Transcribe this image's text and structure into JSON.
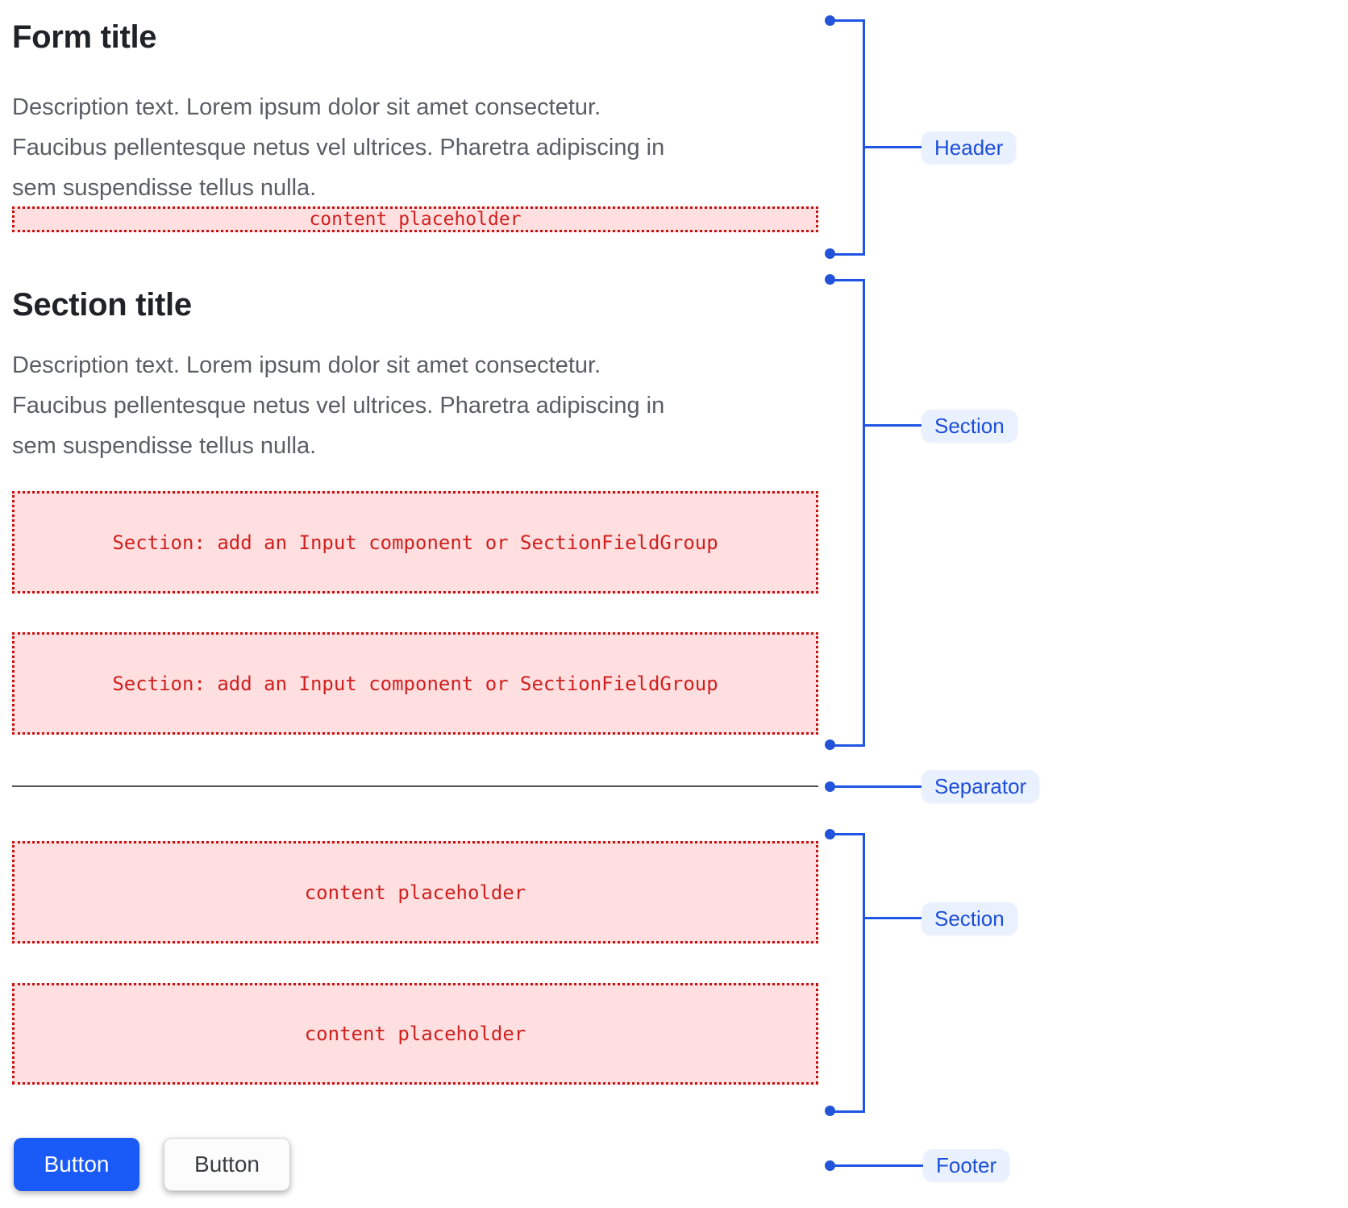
{
  "form": {
    "title": "Form title",
    "description": "Description text. Lorem ipsum dolor sit amet consectetur.\nFaucibus pellentesque netus vel ultrices. Pharetra adipiscing in\nsem suspendisse tellus nulla.",
    "header_placeholder": "content placeholder"
  },
  "section": {
    "title": "Section title",
    "description": "Description text. Lorem ipsum dolor sit amet consectetur.\nFaucibus pellentesque netus vel ultrices. Pharetra adipiscing in\nsem suspendisse tellus nulla.",
    "box1": "Section: add an Input component or SectionFieldGroup",
    "box2": "Section: add an Input component or SectionFieldGroup"
  },
  "lower_section": {
    "box1": "content placeholder",
    "box2": "content placeholder"
  },
  "footer": {
    "primary_button": "Button",
    "secondary_button": "Button"
  },
  "annotations": {
    "header": "Header",
    "section_top": "Section",
    "separator": "Separator",
    "section_bottom": "Section",
    "footer": "Footer"
  },
  "colors": {
    "accent_blue_line": "#1E55E3",
    "accent_blue_dot": "#2353D6",
    "label_bg": "#EAF1FE",
    "label_text": "#1C4ED9",
    "placeholder_bg": "#FFDFDF",
    "placeholder_border": "#C31212",
    "placeholder_text": "#D02020",
    "primary_button_bg": "#1A5AF6",
    "separator": "#50545A",
    "title_text": "#1F2227",
    "description_text": "#5A5D64"
  }
}
